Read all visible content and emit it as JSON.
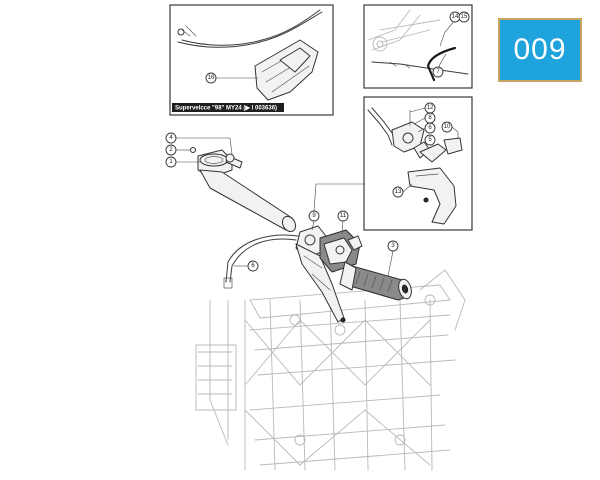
{
  "badge": {
    "label": "009",
    "color": "#1ea3dc",
    "border_color": "#c7a463"
  },
  "inset_top_left": {
    "caption": "Supervelcce \"98\" MY24 (▶ I 003636)",
    "callouts": [
      "16"
    ]
  },
  "inset_top_right": {
    "callouts": [
      "14",
      "15",
      "7"
    ]
  },
  "inset_right": {
    "callouts": [
      "12",
      "8",
      "6",
      "5",
      "10",
      "13"
    ]
  },
  "main": {
    "callouts": [
      "4",
      "2",
      "1",
      "9",
      "11",
      "3",
      "6"
    ]
  }
}
